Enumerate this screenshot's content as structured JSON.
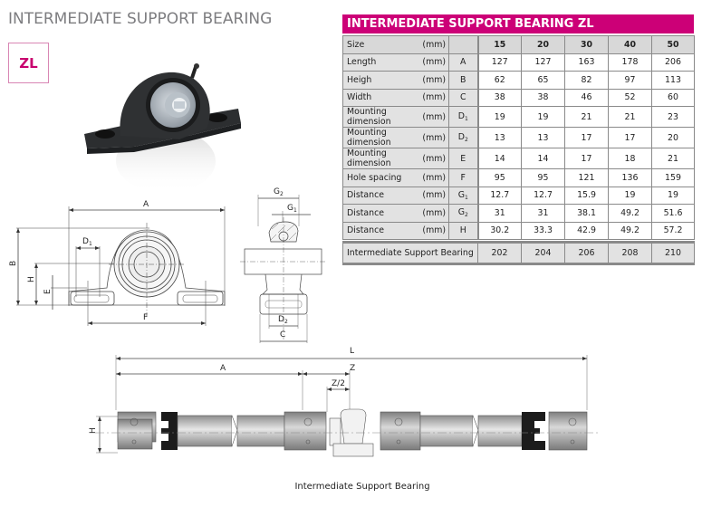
{
  "page": {
    "title": "INTERMEDIATE SUPPORT BEARING",
    "model_badge": "ZL",
    "accent_color": "#cc0077"
  },
  "spec_table": {
    "title": "INTERMEDIATE SUPPORT BEARING ZL",
    "header": {
      "label": "Size",
      "unit": "(mm)",
      "symbol": "",
      "sizes": [
        "15",
        "20",
        "30",
        "40",
        "50"
      ]
    },
    "rows": [
      {
        "label": "Length",
        "unit": "(mm)",
        "symbol": "A",
        "values": [
          "127",
          "127",
          "163",
          "178",
          "206"
        ]
      },
      {
        "label": "Heigh",
        "unit": "(mm)",
        "symbol": "B",
        "values": [
          "62",
          "65",
          "82",
          "97",
          "113"
        ]
      },
      {
        "label": "Width",
        "unit": "(mm)",
        "symbol": "C",
        "values": [
          "38",
          "38",
          "46",
          "52",
          "60"
        ]
      },
      {
        "label": "Mounting dimension",
        "unit": "(mm)",
        "symbol": "D",
        "symbol_sub": "1",
        "values": [
          "19",
          "19",
          "21",
          "21",
          "23"
        ]
      },
      {
        "label": "Mounting dimension",
        "unit": "(mm)",
        "symbol": "D",
        "symbol_sub": "2",
        "values": [
          "13",
          "13",
          "17",
          "17",
          "20"
        ]
      },
      {
        "label": "Mounting dimension",
        "unit": "(mm)",
        "symbol": "E",
        "values": [
          "14",
          "14",
          "17",
          "18",
          "21"
        ]
      },
      {
        "label": "Hole spacing",
        "unit": "(mm)",
        "symbol": "F",
        "values": [
          "95",
          "95",
          "121",
          "136",
          "159"
        ]
      },
      {
        "label": "Distance",
        "unit": "(mm)",
        "symbol": "G",
        "symbol_sub": "1",
        "values": [
          "12.7",
          "12.7",
          "15.9",
          "19",
          "19"
        ]
      },
      {
        "label": "Distance",
        "unit": "(mm)",
        "symbol": "G",
        "symbol_sub": "2",
        "values": [
          "31",
          "31",
          "38.1",
          "49.2",
          "51.6"
        ]
      },
      {
        "label": "Distance",
        "unit": "(mm)",
        "symbol": "H",
        "values": [
          "30.2",
          "33.3",
          "42.9",
          "49.2",
          "57.2"
        ]
      }
    ]
  },
  "bearing_table": {
    "label": "Intermediate Support Bearing",
    "values": [
      "202",
      "204",
      "206",
      "208",
      "210"
    ]
  },
  "front_view": {
    "labels": {
      "A": "A",
      "B": "B",
      "D1": "D",
      "D1_sub": "1",
      "H": "H",
      "E": "E",
      "F": "F"
    }
  },
  "side_view": {
    "labels": {
      "G2": "G",
      "G2_sub": "2",
      "G1": "G",
      "G1_sub": "1",
      "D2": "D",
      "D2_sub": "2",
      "C": "C"
    }
  },
  "assembly_view": {
    "labels": {
      "L": "L",
      "A": "A",
      "Z": "Z",
      "Z_half": "Z/2",
      "H": "H"
    },
    "caption": "Intermediate Support Bearing"
  }
}
